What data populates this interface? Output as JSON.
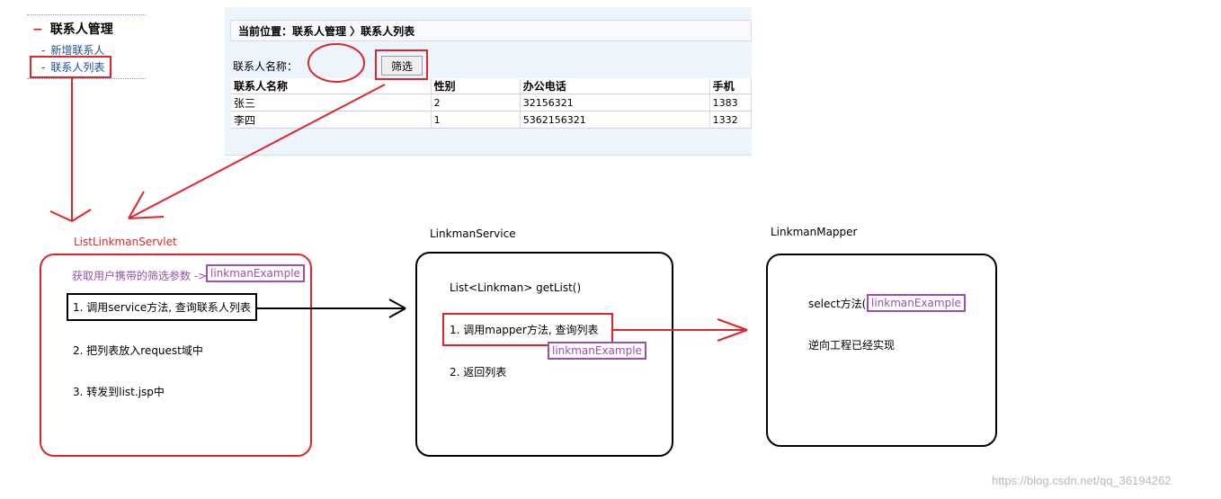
{
  "nav": {
    "title": "联系人管理",
    "items": [
      "新增联系人",
      "联系人列表"
    ]
  },
  "list_page": {
    "breadcrumb": "当前位置：联系人管理 〉联系人列表",
    "filter_label": "联系人名称：",
    "filter_value": "",
    "filter_button": "筛选",
    "columns": [
      "联系人名称",
      "性别",
      "办公电话",
      "手机"
    ],
    "rows": [
      [
        "张三",
        "2",
        "32156321",
        "1383"
      ],
      [
        "李四",
        "1",
        "5362156321",
        "1332"
      ]
    ]
  },
  "servlet": {
    "title": "ListLinkmanServlet",
    "step0": "获取用户携带的筛选参数 ->",
    "tag": "linkmanExample",
    "step1": "1. 调用service方法, 查询联系人列表",
    "step2": "2. 把列表放入request域中",
    "step3": "3. 转发到list.jsp中"
  },
  "service": {
    "title": "LinkmanService",
    "signature": "List<Linkman>  getList()",
    "step1": "1. 调用mapper方法, 查询列表",
    "tag": "linkmanExample",
    "step2": "2. 返回列表"
  },
  "mapper": {
    "title": "LinkmanMapper",
    "method": "select方法(",
    "tag": "linkmanExample",
    "note": "逆向工程已经实现"
  },
  "watermark": "https://blog.csdn.net/qq_36194262",
  "colors": {
    "highlight_red": "#e0252c",
    "tag_purple": "#9b4fb0",
    "nav_blue": "#1d4f9b"
  }
}
